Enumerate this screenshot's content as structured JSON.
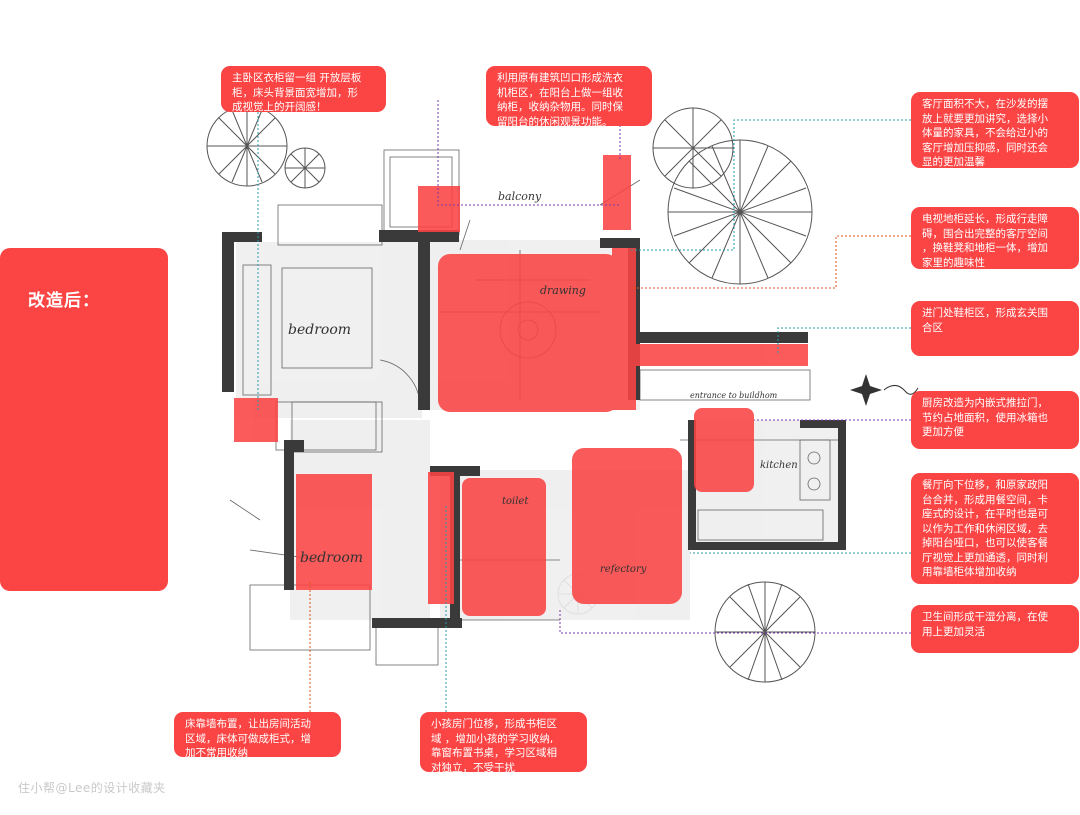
{
  "side_panel": {
    "title": "改造后："
  },
  "plan_labels": {
    "balcony": "balcony",
    "drawing": "drawing",
    "bedroom_top": "bedroom",
    "bedroom_bottom": "bedroom",
    "toilet": "toilet",
    "refectory": "refectory",
    "kitchen": "kitchen",
    "entrance": "entrance to buildhom"
  },
  "notes": [
    {
      "id": "master",
      "text": "主卧区衣柜留一组 开放层板\n柜，床头背景面宽增加，形\n成视觉上的开阔感！"
    },
    {
      "id": "balcony",
      "text": "利用原有建筑凹口形成洗衣\n机柜区，在阳台上做一组收\n纳柜，收纳杂物用。同时保\n留阳台的休闲观景功能。"
    },
    {
      "id": "living",
      "text": "客厅面积不大，在沙发的摆\n放上就要更加讲究，选择小\n体量的家具，不会给过小的\n客厅增加压抑感，同时还会\n显的更加温馨"
    },
    {
      "id": "tv",
      "text": "电视地柜延长，形成行走障\n碍，围合出完整的客厅空间\n，换鞋凳和地柜一体，增加\n家里的趣味性"
    },
    {
      "id": "entry",
      "text": "进门处鞋柜区，形成玄关围\n合区"
    },
    {
      "id": "kitchen",
      "text": "厨房改造为内嵌式推拉门，\n节约占地面积，使用冰箱也\n更加方便"
    },
    {
      "id": "dining",
      "text": "餐厅向下位移，和原家政阳\n台合并，形成用餐空间，卡\n座式的设计，在平时也是可\n以作为工作和休闲区域，去\n掉阳台哑口，也可以使客餐\n厅视觉上更加通透，同时利\n用靠墙柜体增加收纳"
    },
    {
      "id": "bath",
      "text": "卫生间形成干湿分离，在使\n用上更加灵活"
    },
    {
      "id": "bed",
      "text": "床靠墙布置，让出房间活动\n区域，床体可做成柜式，增\n加不常用收纳"
    },
    {
      "id": "kids",
      "text": "小孩房门位移，形成书柜区\n域 ，增加小孩的学习收纳,\n靠窗布置书桌，学习区域相\n对独立，不受干扰"
    }
  ],
  "watermark": "住小帮@Lee的设计收藏夹",
  "colors": {
    "accent": "#fb4444",
    "wall": "#3a3a3a",
    "note_text": "#ffffff"
  }
}
